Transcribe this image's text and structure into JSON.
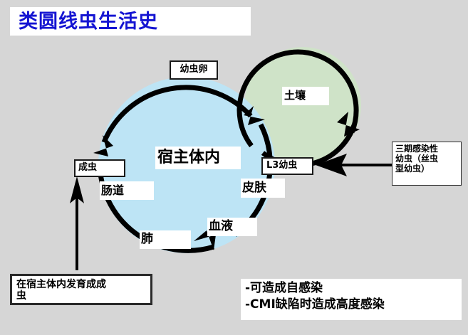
{
  "title": {
    "text": "类圆线虫生活史",
    "color": "#1414d2"
  },
  "colors": {
    "background": "#d6d6d6",
    "host_circle": "#bde4f5",
    "soil_circle": "#cfe3c8",
    "stroke": "#000000",
    "label_background": "#ffffff"
  },
  "diagram": {
    "host_cycle_label": "宿主体内",
    "soil_cycle_label": "土壤",
    "labels": {
      "egg": "幼虫卵",
      "adult": "成虫",
      "l3_larva": "L3幼虫",
      "gut": "肠道",
      "skin": "皮肤",
      "blood": "血液",
      "lung": "肺"
    },
    "callouts": {
      "infective_larva": "三期感染性\n幼虫（丝虫\n型幼虫）",
      "develop_to_adult": "在宿主体内发育成成\n虫"
    },
    "notes": [
      "-可造成自感染",
      "-CMI缺陷时造成高度感染"
    ]
  }
}
